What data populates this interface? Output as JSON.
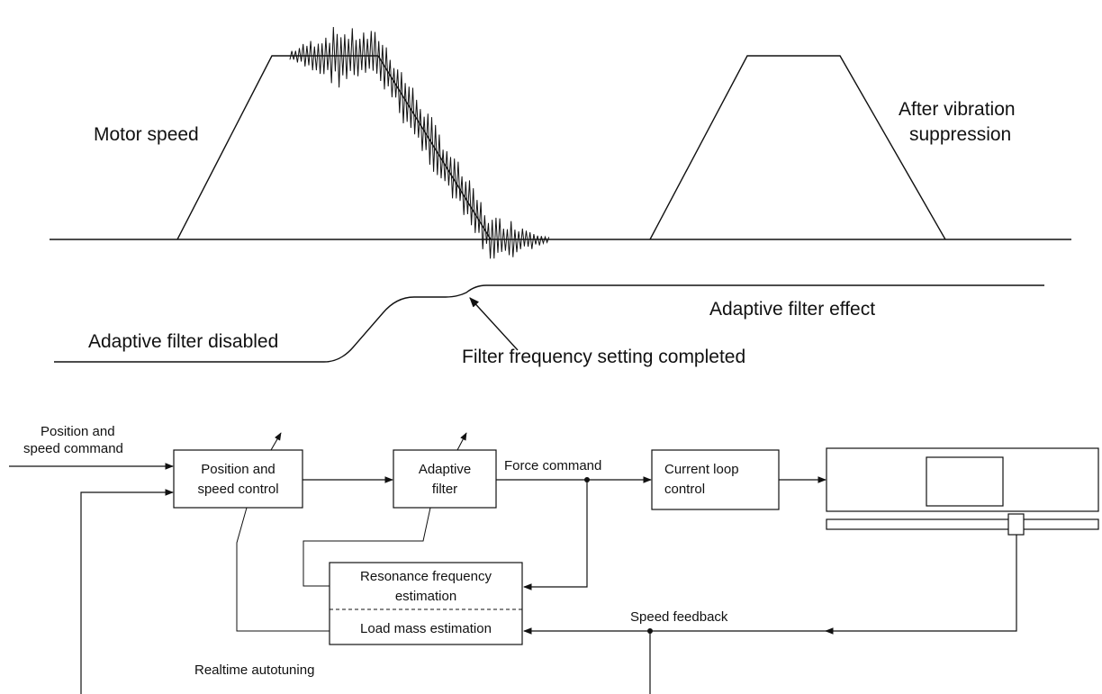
{
  "speed_graph": {
    "motor_speed_label": "Motor speed",
    "after_suppression_line1": "After vibration",
    "after_suppression_line2": "suppression"
  },
  "filter_graph": {
    "disabled_label": "Adaptive filter disabled",
    "effect_label": "Adaptive filter effect",
    "completed_label": "Filter frequency setting completed"
  },
  "block_diagram": {
    "input_label_line1": "Position and",
    "input_label_line2": "speed command",
    "pos_speed_ctrl_line1": "Position and",
    "pos_speed_ctrl_line2": "speed control",
    "adaptive_filter_line1": "Adaptive",
    "adaptive_filter_line2": "filter",
    "force_command": "Force command",
    "current_loop_line1": "Current loop",
    "current_loop_line2": "control",
    "resonance_line1": "Resonance frequency",
    "resonance_line2": "estimation",
    "load_mass": "Load mass estimation",
    "speed_feedback": "Speed feedback",
    "realtime_autotuning": "Realtime autotuning"
  }
}
